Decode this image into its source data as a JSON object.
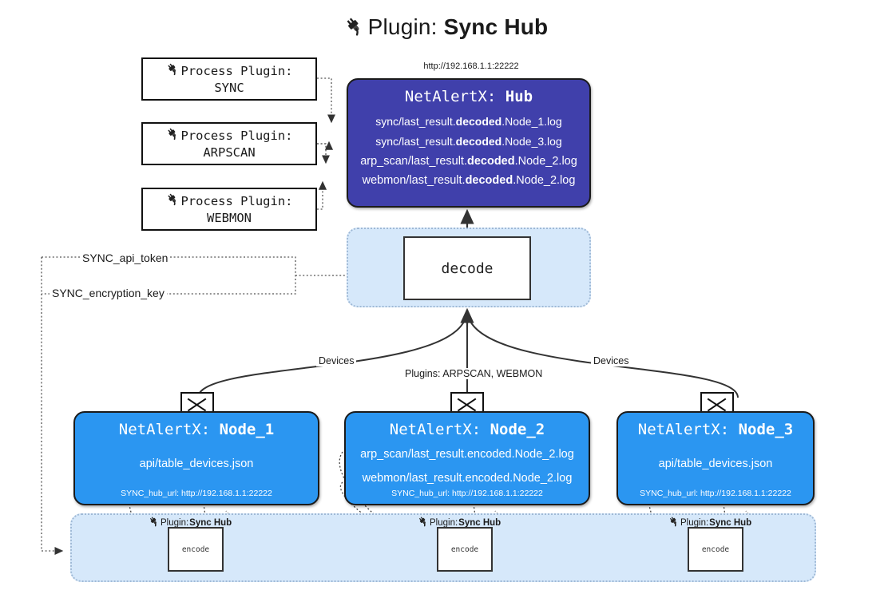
{
  "title": {
    "icon": "plug-icon",
    "prefix": "Plugin: ",
    "name": "Sync Hub"
  },
  "colors": {
    "hub_purple": "#4040ab",
    "node_blue": "#2b96f1",
    "panel_light_blue": "#d6e8fa",
    "panel_border": "#9fb9d6",
    "stroke": "#1b1b1b",
    "background": "#ffffff"
  },
  "process_plugins": [
    {
      "label": "Process Plugin:",
      "name": "SYNC"
    },
    {
      "label": "Process Plugin:",
      "name": "ARPSCAN"
    },
    {
      "label": "Process Plugin:",
      "name": "WEBMON"
    }
  ],
  "hub": {
    "url": "http://192.168.1.1:22222",
    "title_prefix": "NetAlertX: ",
    "title_name": "Hub",
    "lines": [
      {
        "pre": "sync/last_result.",
        "bold": "decoded",
        "post": ".Node_1.log"
      },
      {
        "pre": "sync/last_result.",
        "bold": "decoded",
        "post": ".Node_3.log"
      },
      {
        "pre": "arp_scan/last_result.",
        "bold": "decoded",
        "post": ".Node_2.log"
      },
      {
        "pre": "webmon/last_result.",
        "bold": "decoded",
        "post": ".Node_2.log"
      }
    ]
  },
  "decode": {
    "label": "decode"
  },
  "secrets": [
    {
      "label": "SYNC_api_token"
    },
    {
      "label": "SYNC_encryption_key"
    }
  ],
  "edge_labels": {
    "devices_left": "Devices",
    "devices_right": "Devices",
    "plugins_center": "Plugins: ARPSCAN, WEBMON"
  },
  "nodes": [
    {
      "title_prefix": "NetAlertX: ",
      "title_name": "Node_1",
      "lines": [
        "api/table_devices.json"
      ],
      "footer": "SYNC_hub_url: http://192.168.1.1:22222"
    },
    {
      "title_prefix": "NetAlertX: ",
      "title_name": "Node_2",
      "lines": [
        "arp_scan/last_result.encoded.Node_2.log",
        "webmon/last_result.encoded.Node_2.log"
      ],
      "footer": "SYNC_hub_url: http://192.168.1.1:22222"
    },
    {
      "title_prefix": "NetAlertX: ",
      "title_name": "Node_3",
      "lines": [
        "api/table_devices.json"
      ],
      "footer": "SYNC_hub_url: http://192.168.1.1:22222"
    }
  ],
  "encoders": [
    {
      "plugin_prefix": "Plugin: ",
      "plugin_name": "Sync Hub",
      "box_label": "encode"
    },
    {
      "plugin_prefix": "Plugin: ",
      "plugin_name": "Sync Hub",
      "box_label": "encode"
    },
    {
      "plugin_prefix": "Plugin: ",
      "plugin_name": "Sync Hub",
      "box_label": "encode"
    }
  ]
}
